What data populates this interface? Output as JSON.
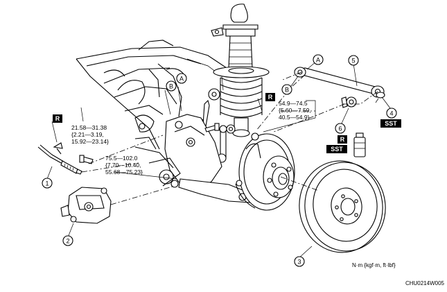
{
  "labels": {
    "part1": "1",
    "part2": "2",
    "part3": "3",
    "part4": "4",
    "part5": "5",
    "part6": "6",
    "letterA": "A",
    "letterB": "B",
    "badgeR": "R",
    "badgeSST": "SST"
  },
  "torque": {
    "t1": [
      "21.58—31.38",
      "{2.21—3.19,",
      "15.92—23.14}"
    ],
    "t2": [
      "75.5—102.0",
      "{7.70—10.40,",
      "55.68—75.23}"
    ],
    "t3": [
      "54.9—74.5",
      "{5.60—7.59,",
      "40.5—54.9}"
    ]
  },
  "units": "N·m {kgf·m, ft·lbf}",
  "code": "CHU0214W005"
}
